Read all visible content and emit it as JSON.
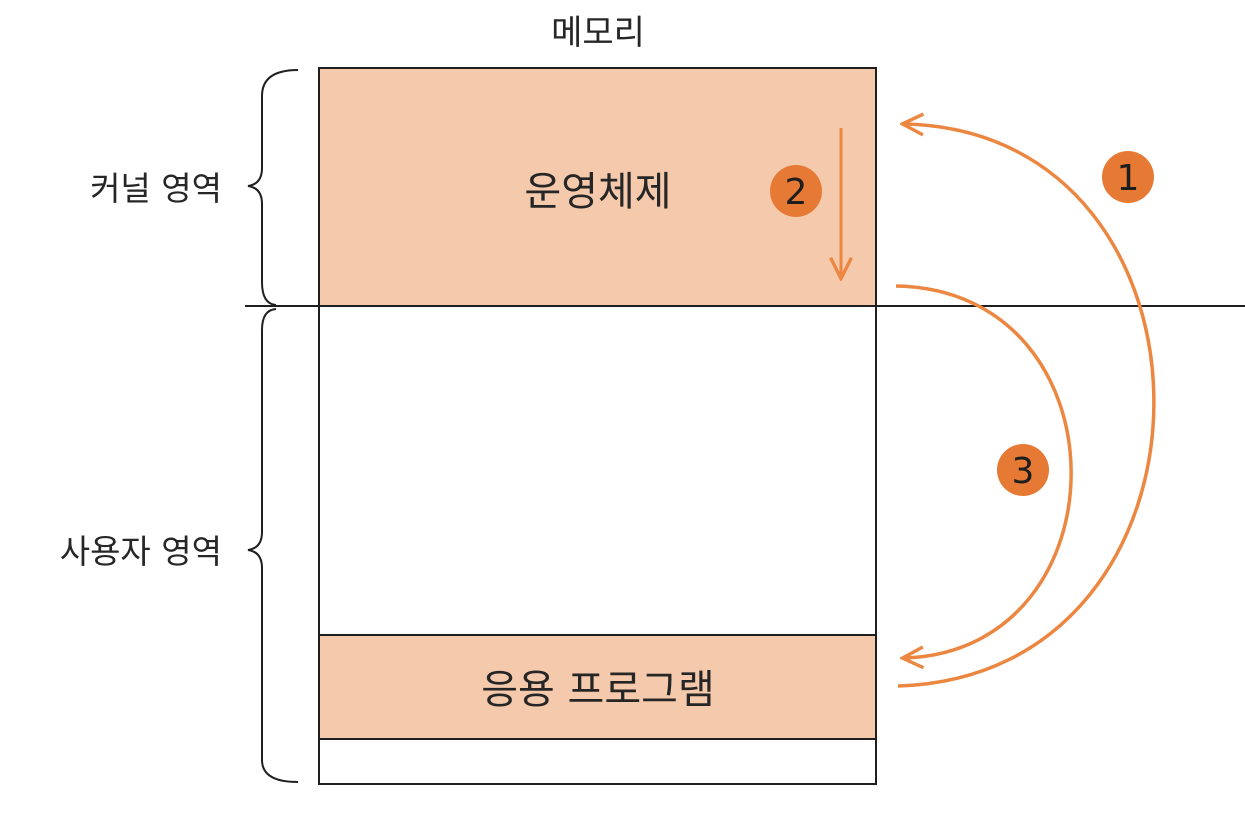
{
  "memory_title": "메모리",
  "regions": {
    "kernel": "커널 영역",
    "user": "사용자 영역"
  },
  "blocks": {
    "os": "운영체제",
    "app": "응용 프로그램"
  },
  "steps": [
    {
      "number": "1"
    },
    {
      "number": "2"
    },
    {
      "number": "3"
    }
  ],
  "colors": {
    "block_fill": "#f5c9ab",
    "arrow": "#ec8742",
    "badge": "#e67a35",
    "line": "#1f1f1f"
  }
}
